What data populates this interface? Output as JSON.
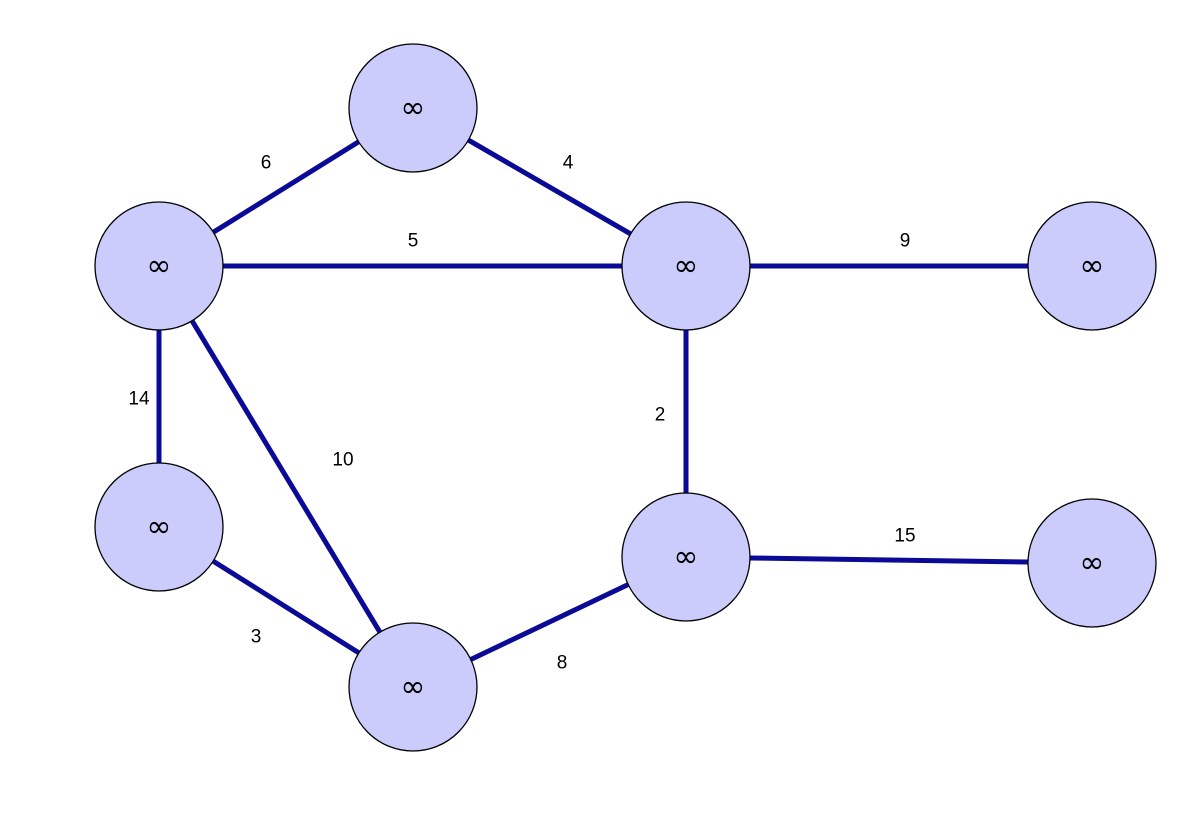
{
  "graph": {
    "edge_color": "#0a0a96",
    "node_fill": "#cbcbfc",
    "nodes": [
      {
        "id": "top",
        "label": "∞"
      },
      {
        "id": "left",
        "label": "∞"
      },
      {
        "id": "center",
        "label": "∞"
      },
      {
        "id": "right-top",
        "label": "∞"
      },
      {
        "id": "left-bottom",
        "label": "∞"
      },
      {
        "id": "bottom",
        "label": "∞"
      },
      {
        "id": "center-bottom",
        "label": "∞"
      },
      {
        "id": "right-bottom",
        "label": "∞"
      }
    ],
    "edges": [
      {
        "from": "left",
        "to": "top",
        "weight": "6"
      },
      {
        "from": "top",
        "to": "center",
        "weight": "4"
      },
      {
        "from": "left",
        "to": "center",
        "weight": "5"
      },
      {
        "from": "center",
        "to": "right-top",
        "weight": "9"
      },
      {
        "from": "left",
        "to": "left-bottom",
        "weight": "14"
      },
      {
        "from": "left",
        "to": "bottom",
        "weight": "10"
      },
      {
        "from": "center",
        "to": "center-bottom",
        "weight": "2"
      },
      {
        "from": "left-bottom",
        "to": "bottom",
        "weight": "3"
      },
      {
        "from": "bottom",
        "to": "center-bottom",
        "weight": "8"
      },
      {
        "from": "center-bottom",
        "to": "right-bottom",
        "weight": "15"
      }
    ]
  }
}
